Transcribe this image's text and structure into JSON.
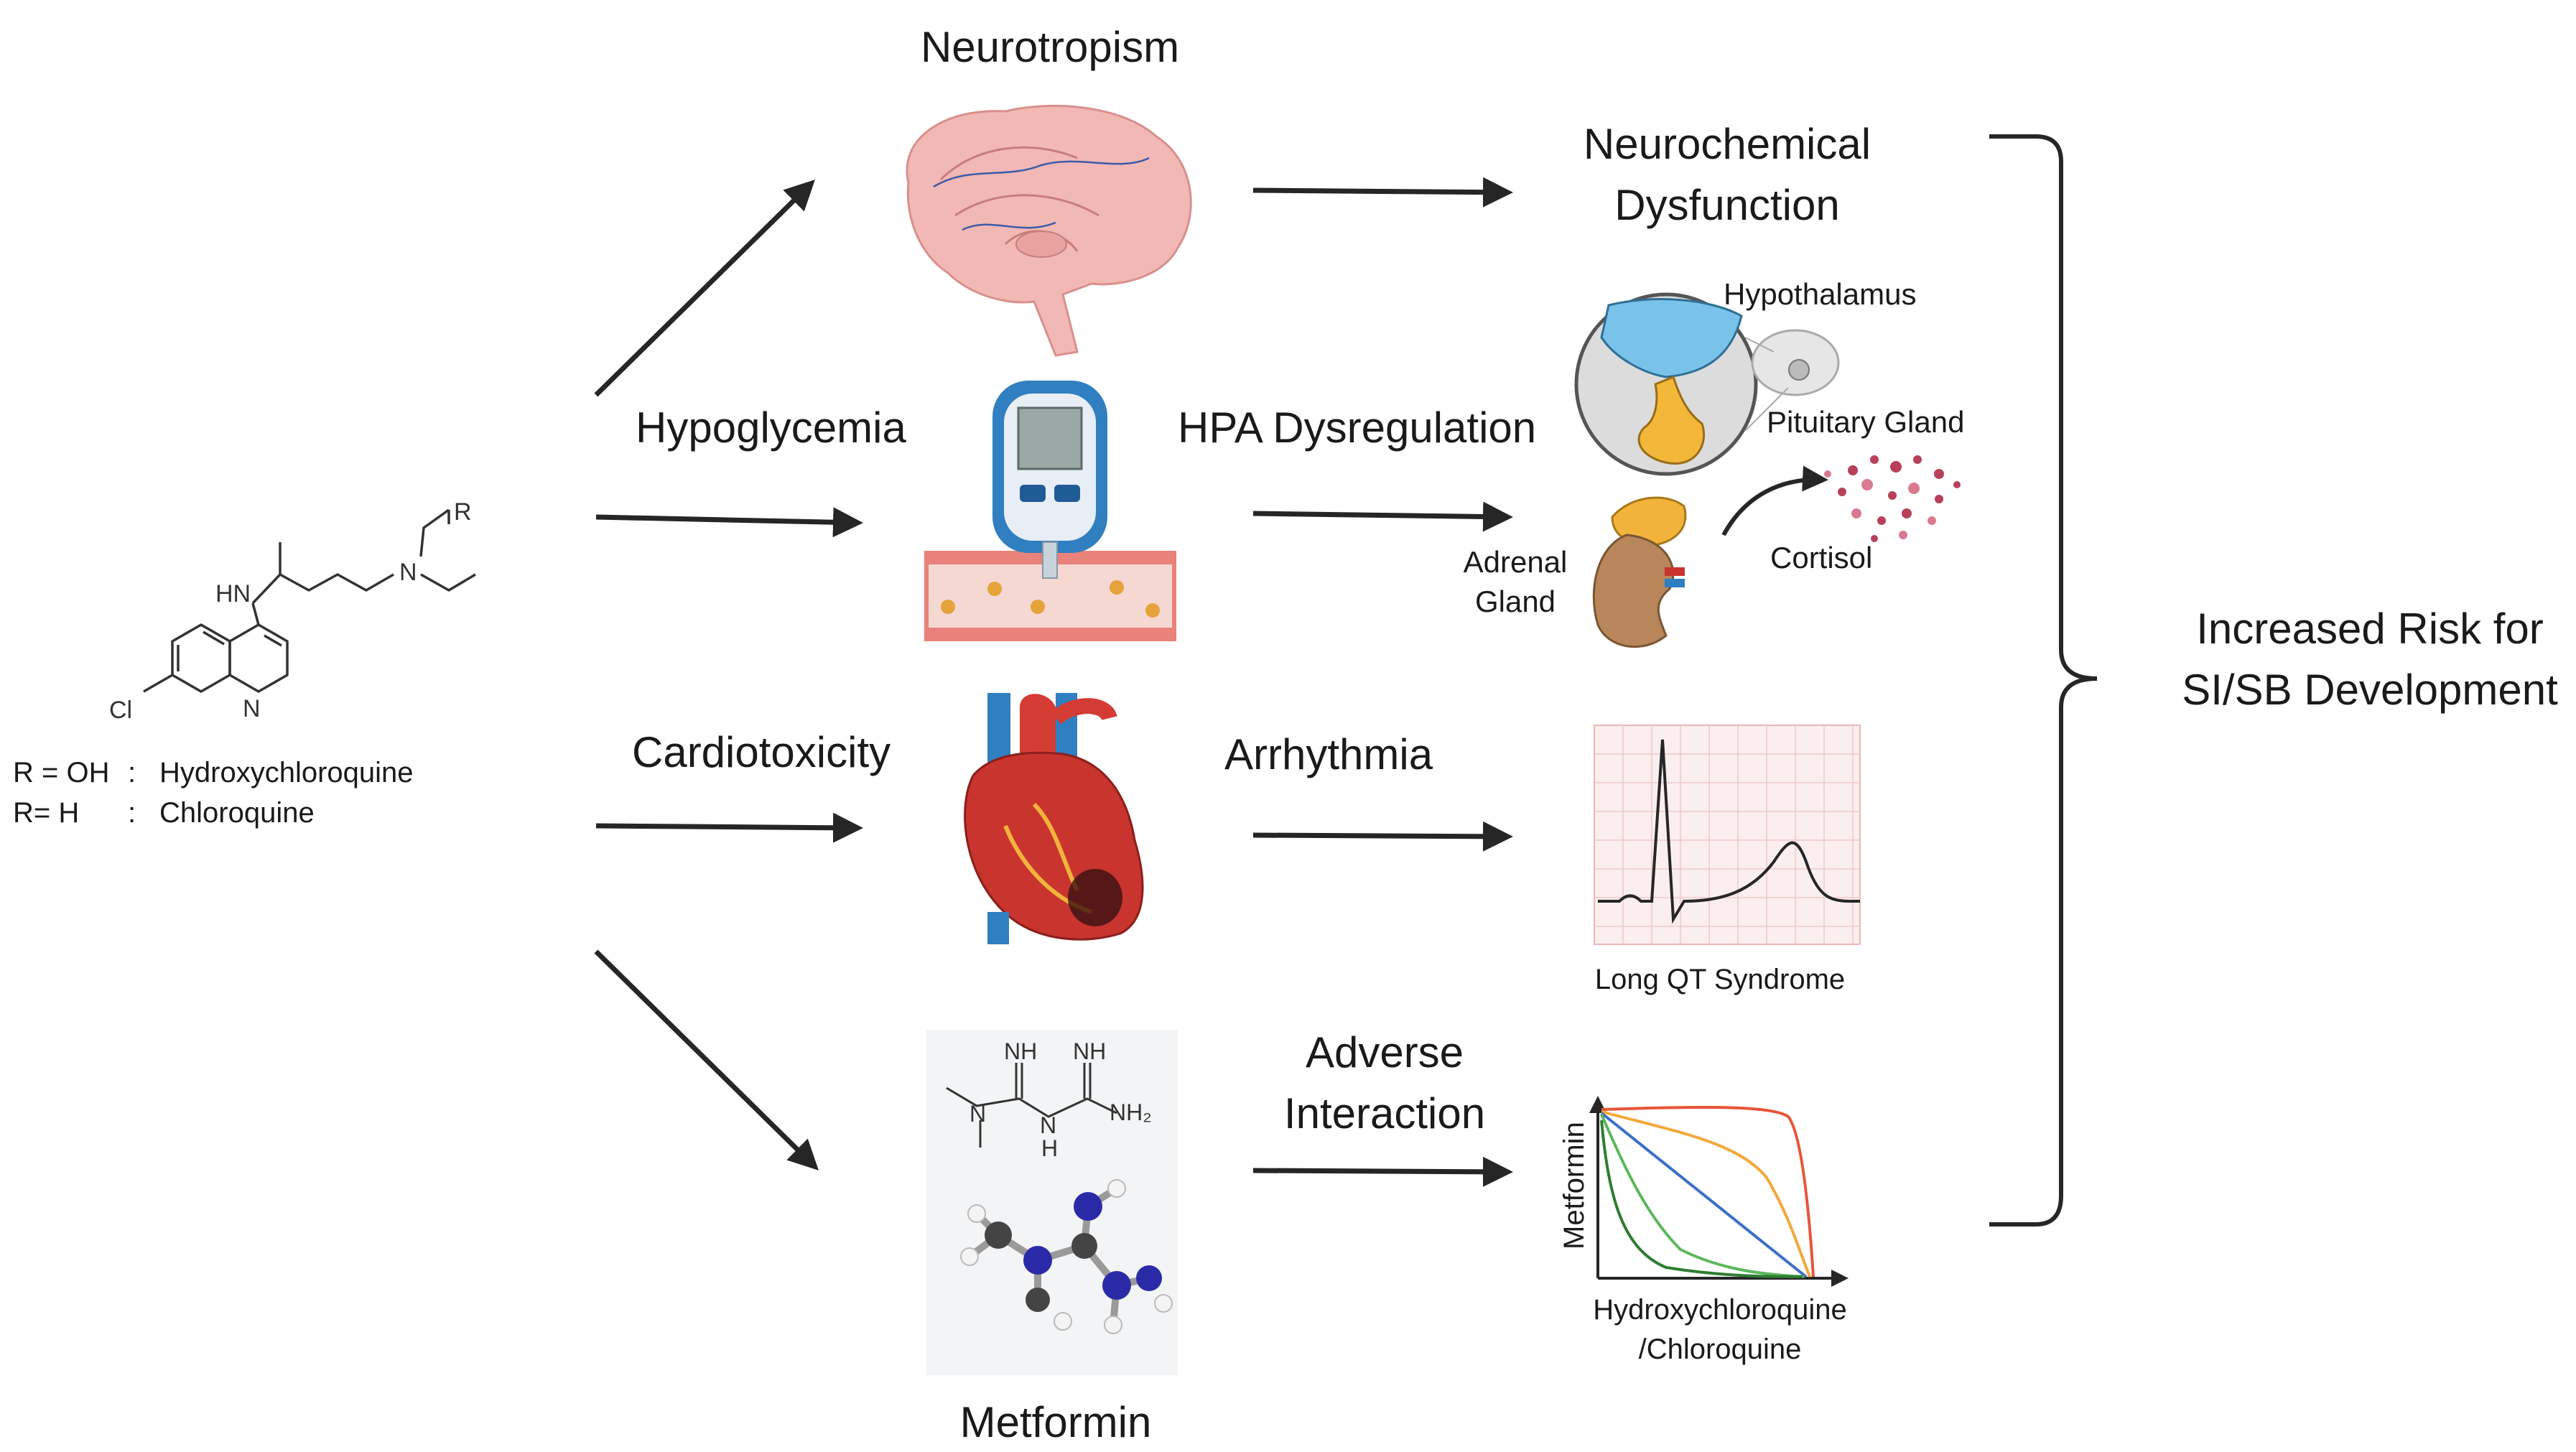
{
  "nodes": {
    "neurotropism": "Neurotropism",
    "hypoglycemia": "Hypoglycemia",
    "cardiotoxicity": "Cardiotoxicity",
    "metformin": "Metformin",
    "neurochemical_line1": "Neurochemical",
    "neurochemical_line2": "Dysfunction",
    "hpa": "HPA Dysregulation",
    "arrhythmia": "Arrhythmia",
    "adverse_line1": "Adverse",
    "adverse_line2": "Interaction",
    "outcome_line1": "Increased Risk for",
    "outcome_line2": "SI/SB Development"
  },
  "molecule": {
    "atom_r": "R",
    "atom_hn": "HN",
    "atom_n_amine": "N",
    "atom_n_ring": "N",
    "atom_cl": "Cl",
    "legend": [
      {
        "r": "R = OH",
        "sep": ":",
        "name": "Hydroxychloroquine"
      },
      {
        "r": "R= H",
        "sep": ":",
        "name": "Chloroquine"
      }
    ]
  },
  "hpa_labels": {
    "hypothalamus": "Hypothalamus",
    "pituitary": "Pituitary Gland",
    "adrenal_line1": "Adrenal",
    "adrenal_line2": "Gland",
    "cortisol": "Cortisol"
  },
  "ecg_caption": "Long QT Syndrome",
  "metformin_structure": {
    "nh_left": "NH",
    "nh_right": "NH",
    "n_left": "N",
    "n_mid": "N",
    "h_mid": "H",
    "nh2": "NH₂"
  },
  "interaction_plot": {
    "ylabel": "Metformin",
    "xlabel_line1": "Hydroxychloroquine",
    "xlabel_line2": "/Chloroquine",
    "curve_colors": [
      "#e8553a",
      "#f2a93b",
      "#3b6fc9",
      "#5cb85c",
      "#2e7d32"
    ]
  },
  "colors": {
    "arrow": "#262626",
    "brain": "#f2b8b5",
    "vessel": "#e9827a",
    "heart": "#c9342f",
    "vein": "#2f7fc1",
    "cortisol": "#b8405a"
  }
}
